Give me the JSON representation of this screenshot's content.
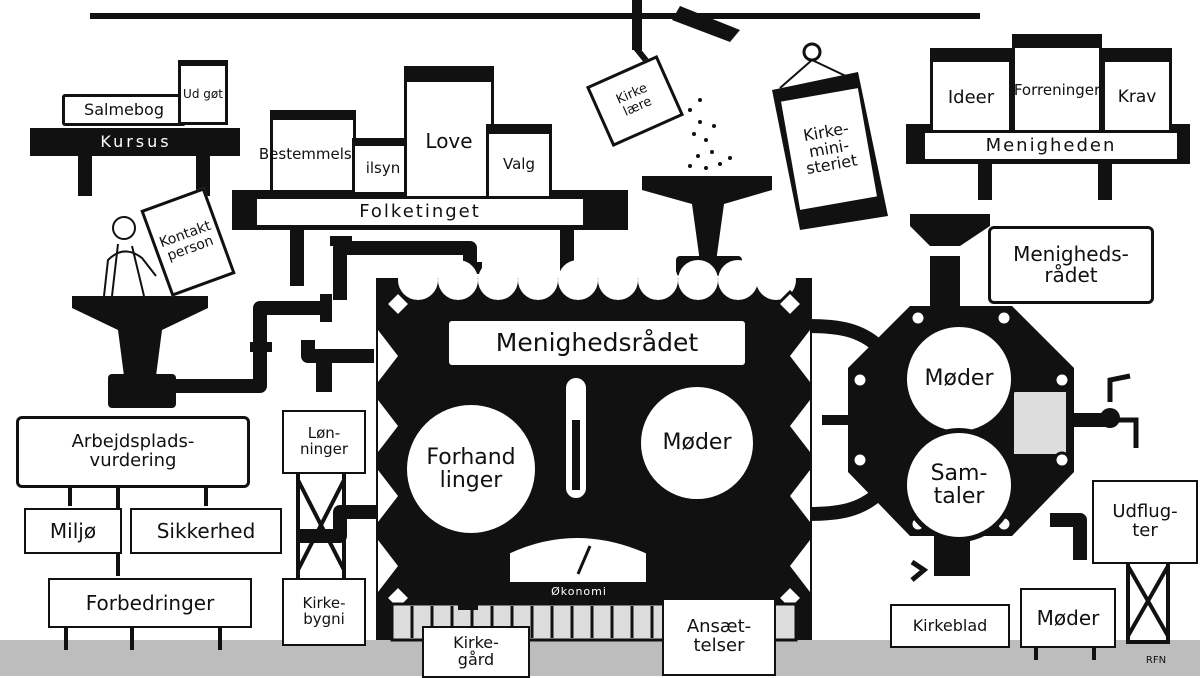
{
  "shelves": {
    "kursus": {
      "label": "Kursus",
      "jars": [
        "Salmebog",
        "Ud gøt"
      ]
    },
    "folketinget": {
      "label": "Folketinget",
      "jars": [
        "Bestemmelser",
        "Love",
        "Valg",
        "ilsyn"
      ]
    },
    "menigheden": {
      "label": "Menigheden",
      "jars": [
        "Ideer",
        "Forreninger",
        "Krav"
      ]
    }
  },
  "funnel_items": {
    "kirkelaere": [
      "Kirke",
      "lære"
    ],
    "kontaktperson": [
      "Kontakt",
      "person"
    ]
  },
  "wall_sign": [
    "Kirke-",
    "mini-",
    "steriet"
  ],
  "main_machine": {
    "title": "Menighedsrådet",
    "dial_left": [
      "Forhand",
      "linger"
    ],
    "dial_right": "Møder",
    "gauge": "Økonomi"
  },
  "secondary_machine": {
    "title": [
      "Menigheds-",
      "rådet"
    ],
    "dial_top": "Møder",
    "dial_bottom": [
      "Sam-",
      "taler"
    ]
  },
  "left_group": {
    "title": [
      "Arbejdsplads-",
      "vurdering"
    ],
    "items": [
      "Miljø",
      "Sikkerhed",
      "Forbedringer"
    ]
  },
  "outputs": {
    "lonninger": [
      "Løn-",
      "ninger"
    ],
    "kirkebygninger": [
      "Kirke-",
      "bygni"
    ],
    "kirkegaard": [
      "Kirke-",
      "gård"
    ],
    "ansaettelser": [
      "Ansæt-",
      "telser"
    ],
    "kirkeblad": "Kirkeblad",
    "moder": "Møder",
    "udflugter": [
      "Udflug-",
      "ter"
    ]
  },
  "signature": "RFN"
}
